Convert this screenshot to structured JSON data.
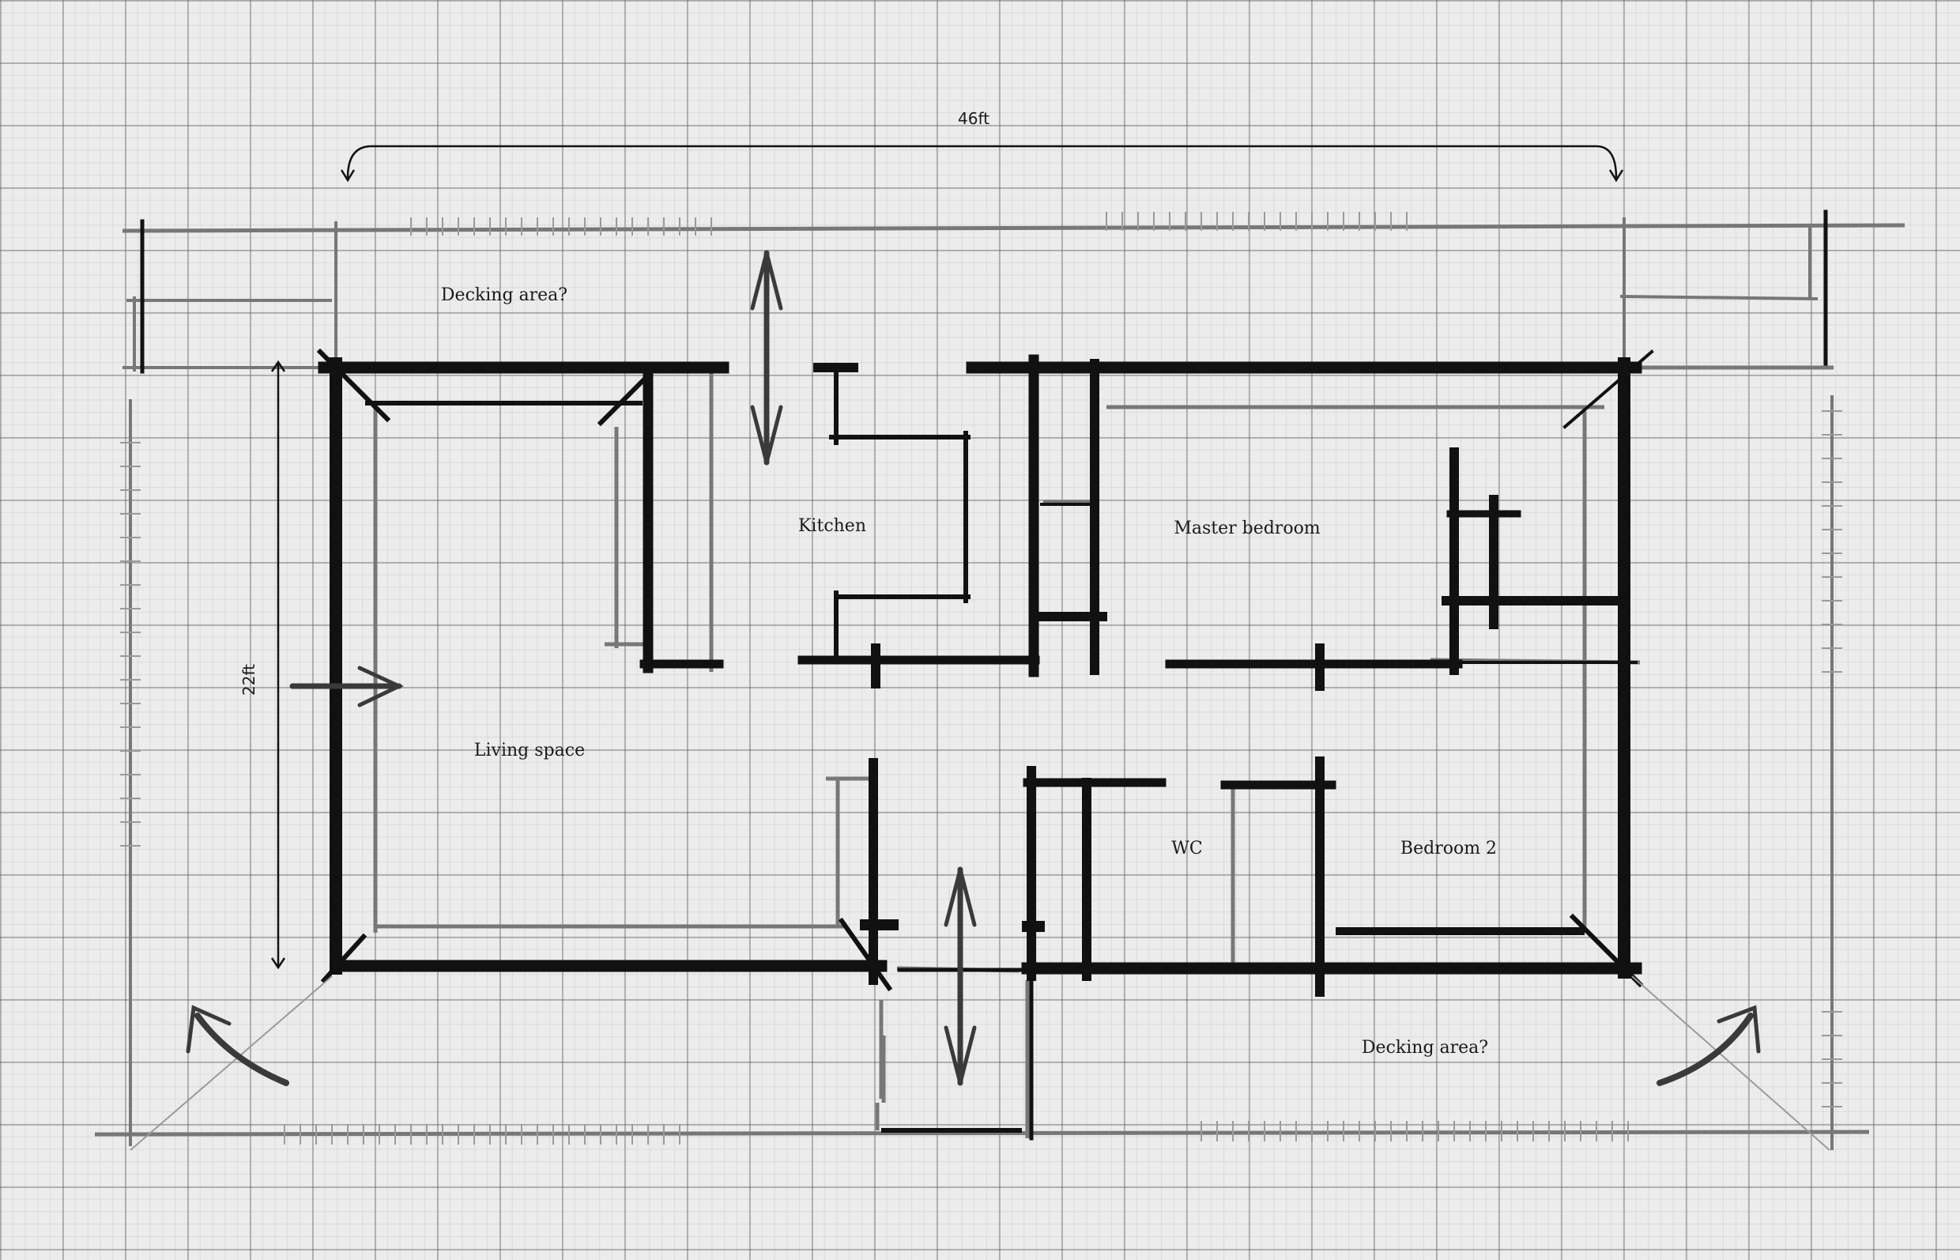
{
  "dimensions": {
    "width_label": "46ft",
    "height_label": "22ft"
  },
  "rooms": {
    "decking_top": "Decking area?",
    "kitchen": "Kitchen",
    "master_bedroom": "Master bedroom",
    "living_space": "Living space",
    "wc": "WC",
    "bedroom_2": "Bedroom 2",
    "decking_bottom": "Decking area?"
  }
}
